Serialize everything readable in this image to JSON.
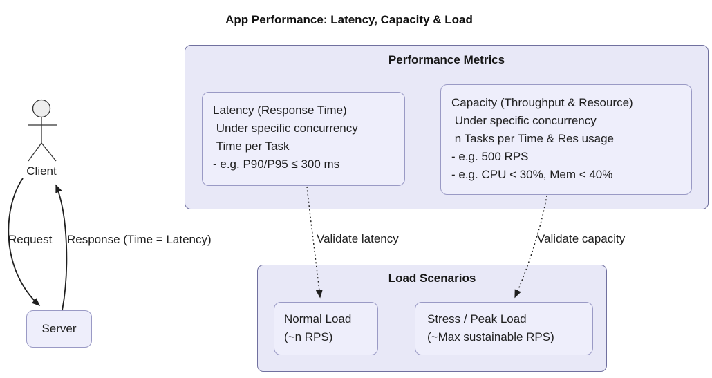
{
  "title": "App Performance: Latency, Capacity & Load",
  "actor": {
    "label": "Client",
    "icon": "stick-figure-icon"
  },
  "server": {
    "label": "Server"
  },
  "edges": {
    "request_label": "Request",
    "response_label": "Response (Time = Latency)",
    "validate_latency_label": "Validate latency",
    "validate_capacity_label": "Validate capacity"
  },
  "clusters": {
    "performance_metrics": {
      "title": "Performance Metrics",
      "nodes": {
        "latency": {
          "lines": [
            "Latency (Response Time)",
            " Under specific concurrency",
            " Time per Task",
            "- e.g. P90/P95 ≤ 300 ms"
          ]
        },
        "capacity": {
          "lines": [
            "Capacity (Throughput & Resource)",
            " Under specific concurrency",
            " n Tasks per Time & Res usage",
            "- e.g. 500 RPS",
            "- e.g. CPU < 30%, Mem < 40%"
          ]
        }
      }
    },
    "load_scenarios": {
      "title": "Load Scenarios",
      "nodes": {
        "normal": {
          "lines": [
            "Normal Load",
            "(~n RPS)"
          ]
        },
        "stress": {
          "lines": [
            "Stress / Peak Load",
            "(~Max sustainable RPS)"
          ]
        }
      }
    }
  },
  "colors": {
    "node_fill": "#EEEEFB",
    "node_border": "#9A9AC5",
    "cluster_fill": "#E8E8F7",
    "cluster_border": "#70709F",
    "arrow": "#1F1F1F",
    "text": "#1F1F1F",
    "background": "#FFFFFF"
  }
}
